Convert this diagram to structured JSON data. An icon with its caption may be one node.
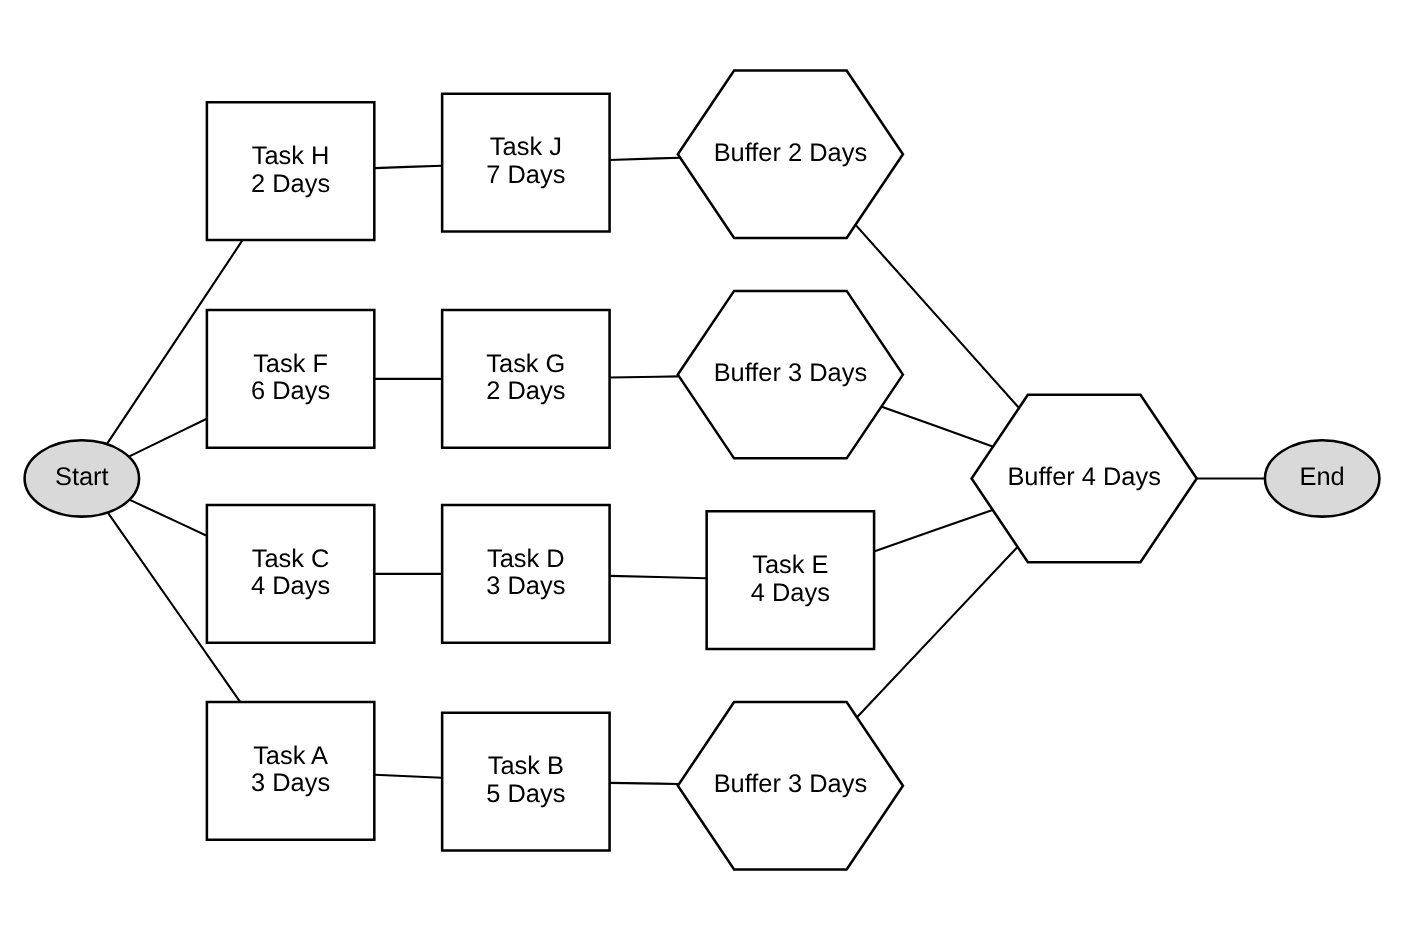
{
  "diagram": {
    "nodes": [
      {
        "text": [
          "Start"
        ]
      },
      {
        "text": [
          "Task H 2 Days"
        ]
      },
      {
        "text": [
          "Task J 7 Days"
        ]
      },
      {
        "text": [
          "Buffer 2 Days"
        ]
      },
      {
        "text": [
          "Task F 6 Days"
        ]
      },
      {
        "text": [
          "Task G 2 Days"
        ]
      },
      {
        "text": [
          "Buffer 3 Days"
        ]
      },
      {
        "text": [
          "Task C 4 Days"
        ]
      },
      {
        "text": [
          "Task D 3 Days"
        ]
      },
      {
        "text": [
          "Task E 4 Days"
        ]
      },
      {
        "text": [
          "Task A 3 Days"
        ]
      },
      {
        "text": [
          "Task B 5 Days"
        ]
      },
      {
        "text": [
          "Buffer 3 Days"
        ]
      },
      {
        "text": [
          "Buffer 4 Days"
        ]
      },
      {
        "text": [
          "End"
        ]
      }
    ],
    "edges": [
      {
        "from": 0,
        "to": 1,
        "arrow": "none"
      },
      {
        "from": 0,
        "to": 4,
        "arrow": "none"
      },
      {
        "from": 0,
        "to": 7,
        "arrow": "none"
      },
      {
        "from": 0,
        "to": 10,
        "arrow": "none"
      },
      {
        "from": 1,
        "to": 2,
        "arrow": "none"
      },
      {
        "from": 2,
        "to": 3,
        "arrow": "none"
      },
      {
        "from": 4,
        "to": 5,
        "arrow": "none"
      },
      {
        "from": 5,
        "to": 6,
        "arrow": "none"
      },
      {
        "from": 7,
        "to": 8,
        "arrow": "none"
      },
      {
        "from": 8,
        "to": 9,
        "arrow": "none"
      },
      {
        "from": 10,
        "to": 11,
        "arrow": "none"
      },
      {
        "from": 11,
        "to": 12,
        "arrow": "none"
      },
      {
        "from": 3,
        "to": 13,
        "arrow": "none"
      },
      {
        "from": 6,
        "to": 13,
        "arrow": "none"
      },
      {
        "from": 9,
        "to": 13,
        "arrow": "none"
      },
      {
        "from": 12,
        "to": 13,
        "arrow": "none"
      },
      {
        "from": 13,
        "to": 14,
        "arrow": "none"
      }
    ]
  }
}
